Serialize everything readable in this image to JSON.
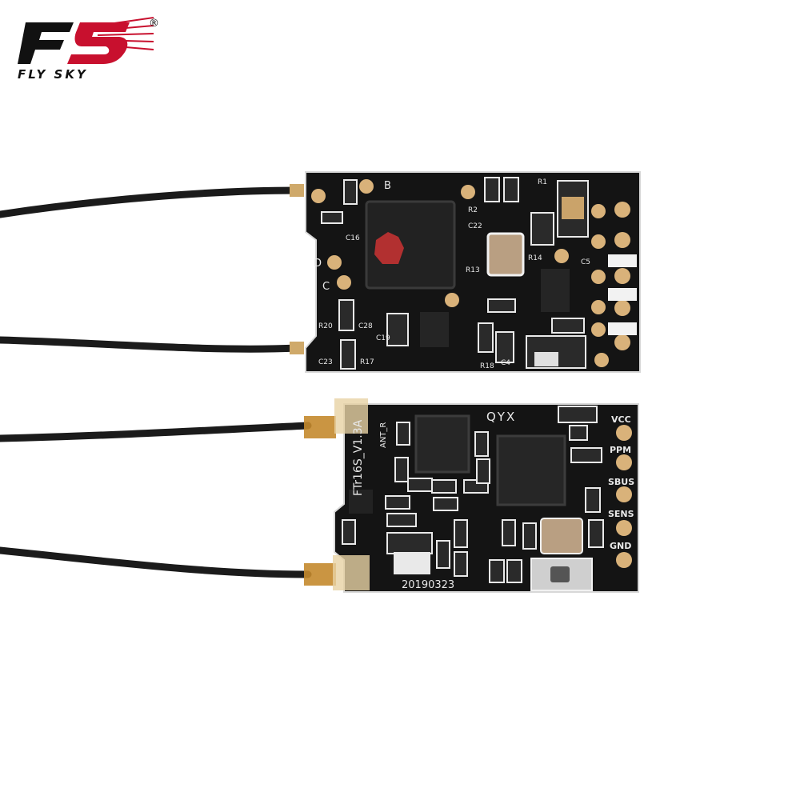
{
  "brand": {
    "logo_mark": "FS",
    "logo_text": "FLY SKY",
    "registered": "®"
  },
  "top_board": {
    "silk_labels": [
      "B",
      "D",
      "C",
      "C16",
      "C28",
      "R20",
      "C23",
      "R17",
      "C19",
      "R1",
      "C22",
      "R2",
      "C5",
      "C4",
      "R13",
      "R18",
      "R14"
    ]
  },
  "bottom_board": {
    "model": "FTr16S_V1.3A",
    "ant_label": "ANT_R",
    "maker": "QYX",
    "date_code": "20190323",
    "pins": [
      "VCC",
      "PPM",
      "SBUS",
      "SENS",
      "GND"
    ]
  },
  "colors": {
    "pcb": "#141414",
    "pad": "#d9b27a",
    "logo_red": "#c8102e",
    "cable": "#1b1b1b"
  }
}
